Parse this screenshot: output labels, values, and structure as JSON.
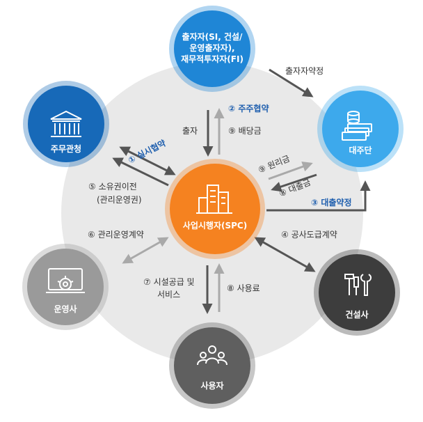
{
  "nodes": {
    "investors": "출자자(SI, 건설/\n운영출자자),\n재무적투자자(FI)",
    "authority": "주무관청",
    "lenders": "대주단",
    "spc": "사업시행자(SPC)",
    "operator": "운영사",
    "builder": "건설사",
    "users": "사용자"
  },
  "edges": {
    "investor_agreement": "출자자약정",
    "e2": "② 주주협약",
    "contribution": "출자",
    "e9_dividend": "⑨ 배당금",
    "e1": "① 실시협약",
    "e5a": "⑤ 소유권이전",
    "e5b": "(관리운영권)",
    "e9_principal": "⑨ 원리금",
    "e8_loan": "⑧ 대출금",
    "e3": "③ 대출약정",
    "e6": "⑥ 관리운영계약",
    "e4": "④ 공사도급계약",
    "e7a": "⑦ 시설공급 및",
    "e7b": "서비스",
    "e8_fee": "⑧ 사용료"
  },
  "colors": {
    "ring": "#e9e9e9",
    "investors": "#1f86d6",
    "authority": "#1769b8",
    "lenders": "#3da9ec",
    "spc": "#f58220",
    "operator": "#9a9a9a",
    "builder": "#3d3d3d",
    "users": "#5f5f5f",
    "arrow_dark": "#555555",
    "arrow_light": "#a9a9a9",
    "blue_text": "#1f5fae"
  }
}
